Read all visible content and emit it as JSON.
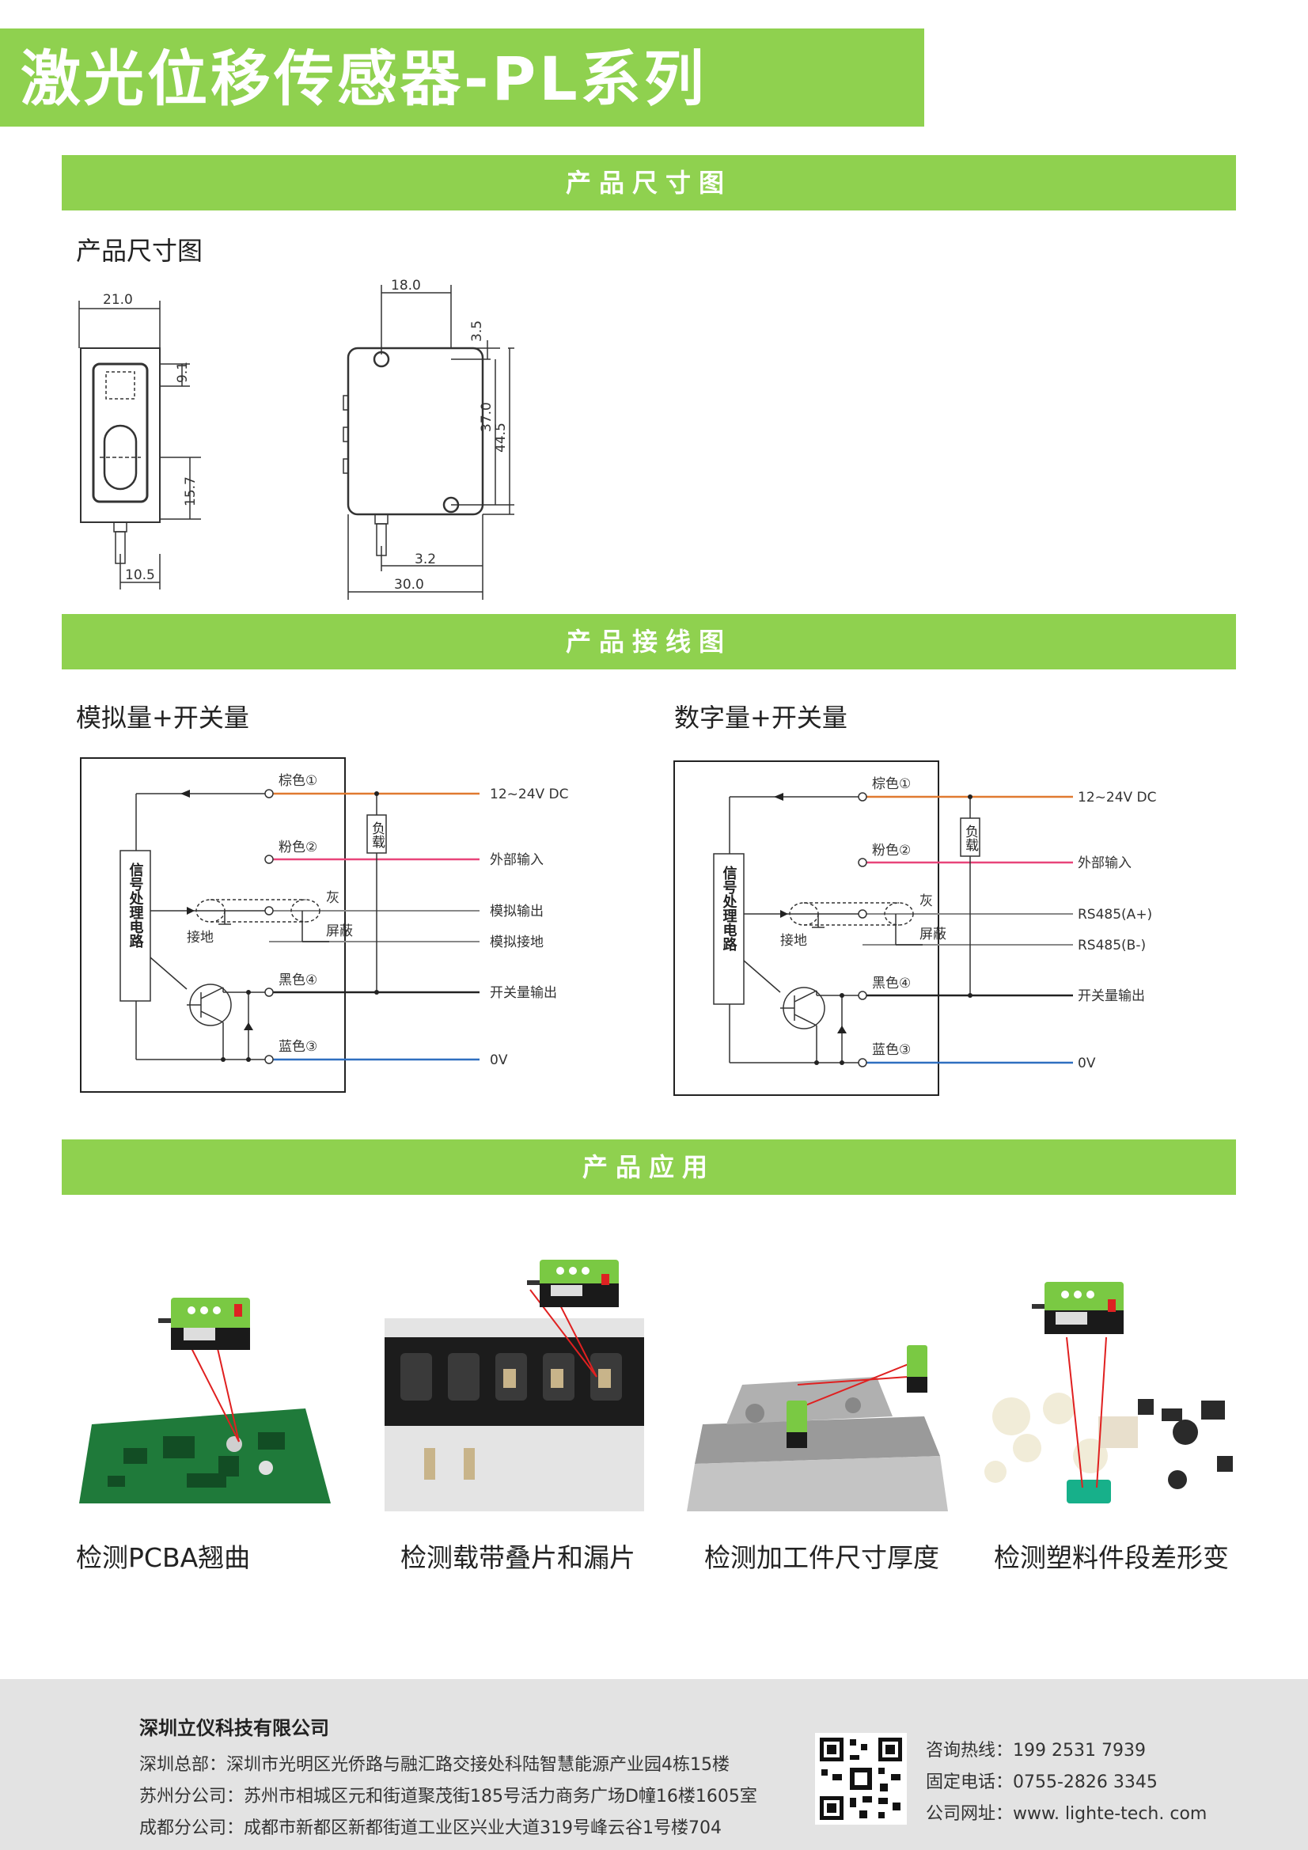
{
  "header": {
    "title": "激光位移传感器-PL系列"
  },
  "sections": {
    "dimensions": "产品尺寸图",
    "wiring": "产品接线图",
    "application": "产品应用"
  },
  "dimensions": {
    "subtitle": "产品尺寸图",
    "front": {
      "width": "21.0",
      "window": "9.1",
      "bottom": "15.7",
      "connector": "10.5"
    },
    "side": {
      "width": "18.0",
      "top": "3.5",
      "inner_height": "37.0",
      "height": "44.5",
      "offset": "3.2",
      "total": "30.0"
    }
  },
  "wiring": {
    "analog": {
      "title": "模拟量+开关量",
      "circuit": "信号处理电路",
      "load": "负载",
      "ground": "接地",
      "wires": {
        "brown": "棕色①",
        "pink": "粉色②",
        "gray": "灰",
        "shield": "屏蔽",
        "black": "黑色④",
        "blue": "蓝色③"
      },
      "outputs": {
        "power": "12~24V DC",
        "ext": "外部输入",
        "out1": "模拟输出",
        "out2": "模拟接地",
        "switch": "开关量输出",
        "zero": "0V"
      }
    },
    "digital": {
      "title": "数字量+开关量",
      "circuit": "信号处理电路",
      "load": "负载",
      "ground": "接地",
      "wires": {
        "brown": "棕色①",
        "pink": "粉色②",
        "gray": "灰",
        "shield": "屏蔽",
        "black": "黑色④",
        "blue": "蓝色③"
      },
      "outputs": {
        "power": "12~24V DC",
        "ext": "外部输入",
        "out1": "RS485(A+)",
        "out2": "RS485(B-)",
        "switch": "开关量输出",
        "zero": "0V"
      }
    }
  },
  "applications": [
    {
      "caption": "检测PCBA翘曲"
    },
    {
      "caption": "检测载带叠片和漏片"
    },
    {
      "caption": "检测加工件尺寸厚度"
    },
    {
      "caption": "检测塑料件段差形变"
    }
  ],
  "footer": {
    "company": "深圳立仪科技有限公司",
    "addresses": [
      "深圳总部：深圳市光明区光侨路与融汇路交接处科陆智慧能源产业园4栋15楼",
      "苏州分公司：苏州市相城区元和街道聚茂街185号活力商务广场D幢16楼1605室",
      "成都分公司：成都市新都区新都街道工业区兴业大道319号峰云谷1号楼704"
    ],
    "hotline": "咨询热线：199 2531 7939",
    "phone": "固定电话：0755-2826 3345",
    "website": "公司网址：www. lighte-tech. com"
  },
  "colors": {
    "accent": "#8fd14f",
    "brown_wire": "#e07a30",
    "pink_wire": "#e8457a",
    "blue_wire": "#2f6fc0",
    "laser": "#e02020"
  }
}
